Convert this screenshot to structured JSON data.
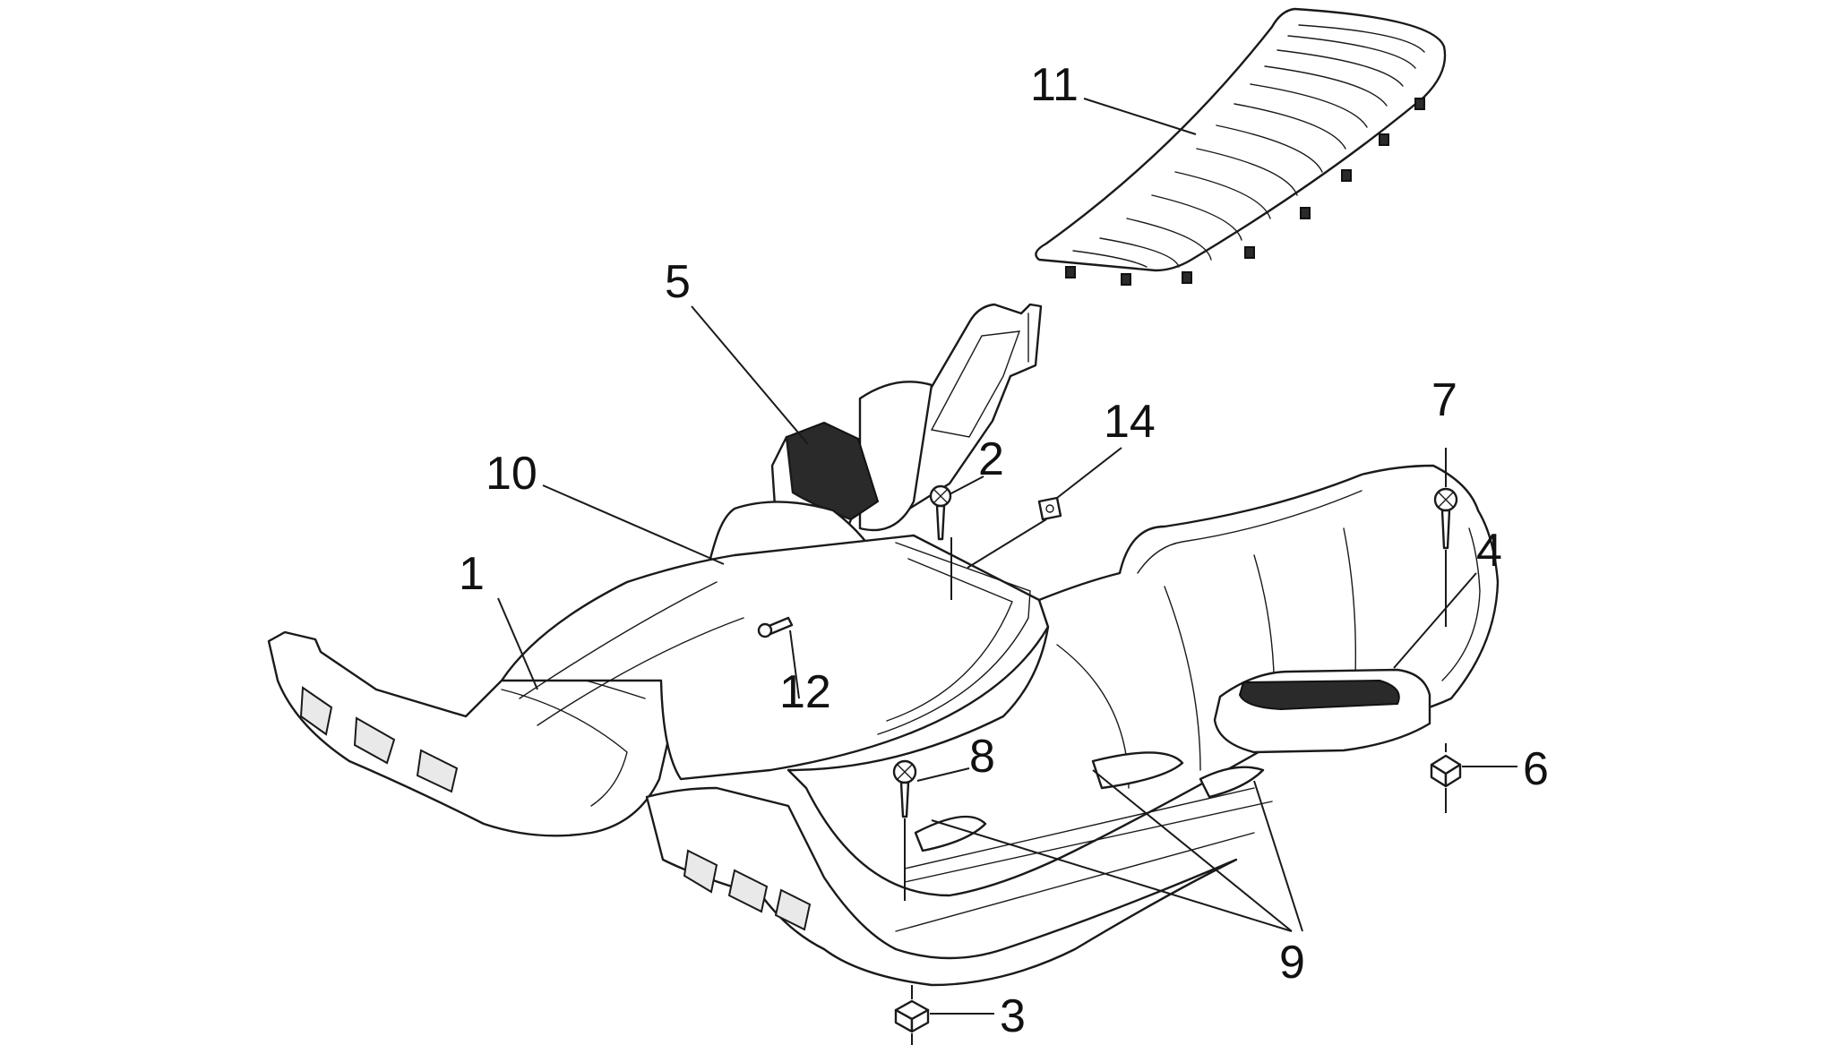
{
  "callouts": [
    {
      "id": "1",
      "label": "1"
    },
    {
      "id": "2",
      "label": "2"
    },
    {
      "id": "3",
      "label": "3"
    },
    {
      "id": "4",
      "label": "4"
    },
    {
      "id": "5",
      "label": "5"
    },
    {
      "id": "6",
      "label": "6"
    },
    {
      "id": "7",
      "label": "7"
    },
    {
      "id": "8",
      "label": "8"
    },
    {
      "id": "9",
      "label": "9"
    },
    {
      "id": "10",
      "label": "10"
    },
    {
      "id": "11",
      "label": "11"
    },
    {
      "id": "12",
      "label": "12"
    },
    {
      "id": "14",
      "label": "14"
    }
  ]
}
